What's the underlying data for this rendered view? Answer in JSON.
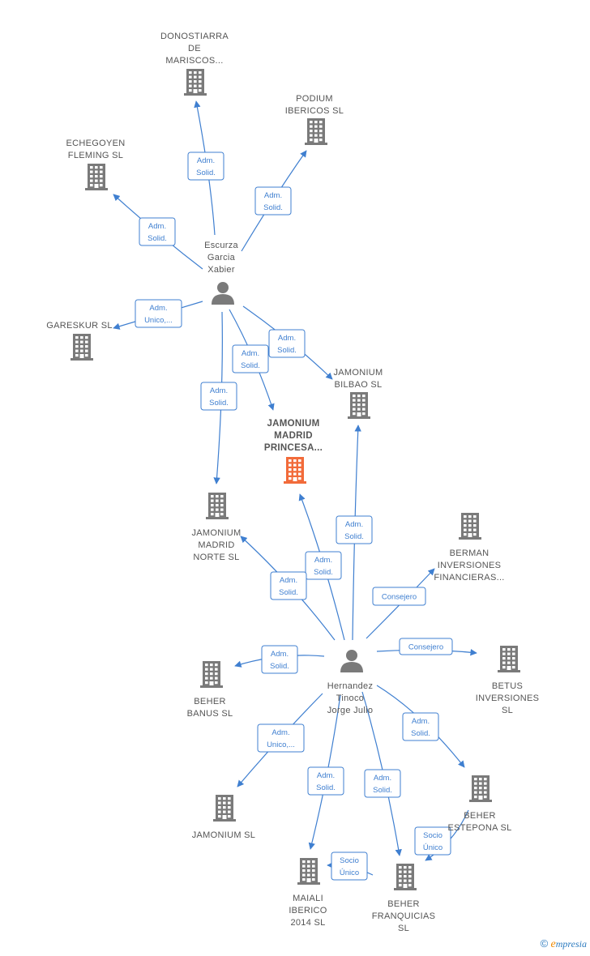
{
  "colors": {
    "edge": "#3f7fd0",
    "building": "#7a7a7a",
    "focus_building": "#f26b3a",
    "person": "#7a7a7a"
  },
  "nodes": [
    {
      "id": "donostiarra",
      "type": "company",
      "lines": [
        "DONOSTIARRA",
        "DE",
        "MARISCOS..."
      ]
    },
    {
      "id": "podium",
      "type": "company",
      "lines": [
        "PODIUM",
        "IBERICOS  SL"
      ]
    },
    {
      "id": "echegoyen",
      "type": "company",
      "lines": [
        "ECHEGOYEN",
        "FLEMING  SL"
      ]
    },
    {
      "id": "escurza",
      "type": "person",
      "lines": [
        "Escurza",
        "Garcia",
        "Xabier"
      ]
    },
    {
      "id": "gareskur",
      "type": "company",
      "lines": [
        "GARESKUR SL"
      ]
    },
    {
      "id": "jam_bilbao",
      "type": "company",
      "lines": [
        "JAMONIUM",
        "BILBAO  SL"
      ]
    },
    {
      "id": "jam_madrid_princesa",
      "type": "focus",
      "lines": [
        "JAMONIUM",
        "MADRID",
        "PRINCESA..."
      ]
    },
    {
      "id": "jam_madrid_norte",
      "type": "company",
      "lines": [
        "JAMONIUM",
        "MADRID",
        "NORTE  SL"
      ]
    },
    {
      "id": "berman",
      "type": "company",
      "lines": [
        "BERMAN",
        "INVERSIONES",
        "FINANCIERAS..."
      ]
    },
    {
      "id": "hernandez",
      "type": "person",
      "lines": [
        "Hernandez",
        "Tinoco",
        "Jorge Julio"
      ]
    },
    {
      "id": "beher_banus",
      "type": "company",
      "lines": [
        "BEHER",
        "BANUS  SL"
      ]
    },
    {
      "id": "betus",
      "type": "company",
      "lines": [
        "BETUS",
        "INVERSIONES",
        "SL"
      ]
    },
    {
      "id": "beher_estepona",
      "type": "company",
      "lines": [
        "BEHER",
        "ESTEPONA  SL"
      ]
    },
    {
      "id": "jamonium_sl",
      "type": "company",
      "lines": [
        "JAMONIUM  SL"
      ]
    },
    {
      "id": "maiali",
      "type": "company",
      "lines": [
        "MAIALI",
        "IBERICO",
        "2014  SL"
      ]
    },
    {
      "id": "beher_franquicias",
      "type": "company",
      "lines": [
        "BEHER",
        "FRANQUICIAS",
        "SL"
      ]
    }
  ],
  "edges": [
    {
      "from": "escurza",
      "to": "donostiarra",
      "label": [
        "Adm.",
        "Solid."
      ]
    },
    {
      "from": "escurza",
      "to": "podium",
      "label": [
        "Adm.",
        "Solid."
      ]
    },
    {
      "from": "escurza",
      "to": "echegoyen",
      "label": [
        "Adm.",
        "Solid."
      ]
    },
    {
      "from": "escurza",
      "to": "gareskur",
      "label": [
        "Adm.",
        "Unico,..."
      ]
    },
    {
      "from": "escurza",
      "to": "jam_bilbao",
      "label": [
        "Adm.",
        "Solid."
      ]
    },
    {
      "from": "escurza",
      "to": "jam_madrid_princesa",
      "label": [
        "Adm.",
        "Solid."
      ]
    },
    {
      "from": "escurza",
      "to": "jam_madrid_norte",
      "label": [
        "Adm.",
        "Solid."
      ]
    },
    {
      "from": "hernandez",
      "to": "jam_bilbao",
      "label": [
        "Adm.",
        "Solid."
      ]
    },
    {
      "from": "hernandez",
      "to": "jam_madrid_princesa",
      "label": [
        "Adm.",
        "Solid."
      ]
    },
    {
      "from": "hernandez",
      "to": "jam_madrid_norte",
      "label": [
        "Adm.",
        "Solid."
      ]
    },
    {
      "from": "hernandez",
      "to": "berman",
      "label": [
        "Consejero"
      ]
    },
    {
      "from": "hernandez",
      "to": "betus",
      "label": [
        "Consejero"
      ]
    },
    {
      "from": "hernandez",
      "to": "beher_banus",
      "label": [
        "Adm.",
        "Solid."
      ]
    },
    {
      "from": "hernandez",
      "to": "beher_estepona",
      "label": [
        "Adm.",
        "Solid."
      ]
    },
    {
      "from": "hernandez",
      "to": "jamonium_sl",
      "label": [
        "Adm.",
        "Unico,..."
      ]
    },
    {
      "from": "hernandez",
      "to": "maiali",
      "label": [
        "Adm.",
        "Solid."
      ]
    },
    {
      "from": "hernandez",
      "to": "beher_franquicias",
      "label": [
        "Adm.",
        "Solid."
      ]
    },
    {
      "from": "beher_estepona",
      "to": "beher_franquicias",
      "label": [
        "Socio",
        "Único"
      ]
    },
    {
      "from": "beher_franquicias",
      "to": "maiali",
      "label": [
        "Socio",
        "Único"
      ]
    }
  ],
  "watermark": {
    "copyright": "©",
    "brand_initial": "e",
    "brand_rest": "mpresia"
  }
}
